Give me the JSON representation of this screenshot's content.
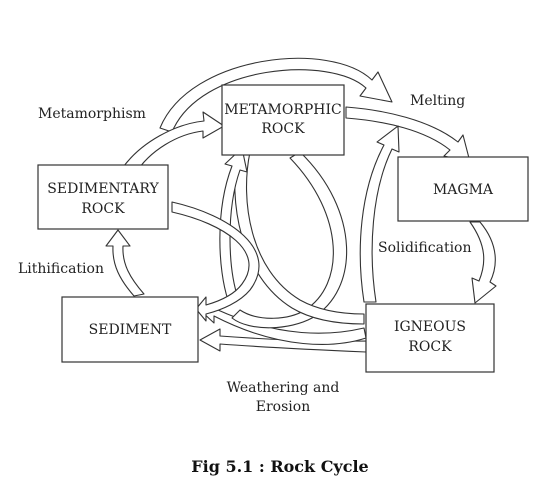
{
  "diagram": {
    "nodes": {
      "metamorphic": [
        "METAMORPHIC",
        "ROCK"
      ],
      "sedimentary": [
        "SEDIMENTARY",
        "ROCK"
      ],
      "magma": [
        "MAGMA"
      ],
      "sediment": [
        "SEDIMENT"
      ],
      "igneous": [
        "IGNEOUS",
        "ROCK"
      ]
    },
    "process_labels": {
      "metamorphism": "Metamorphism",
      "melting": "Melting",
      "solidification": "Solidification",
      "lithification": "Lithification",
      "weathering": [
        "Weathering and",
        "Erosion"
      ]
    },
    "caption": "Fig 5.1 : Rock Cycle"
  }
}
